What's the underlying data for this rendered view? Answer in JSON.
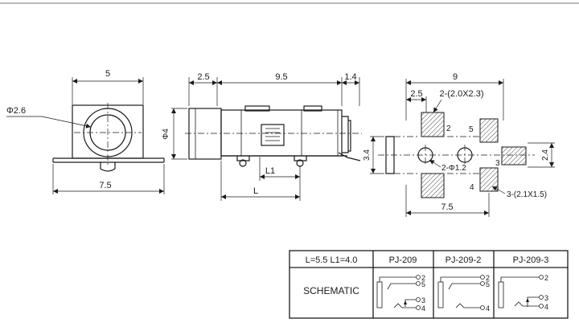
{
  "front_view": {
    "width": "5",
    "bore": "Φ2.6",
    "base": "7.5"
  },
  "side_view": {
    "dim_a": "2.5",
    "dim_b": "9.5",
    "dim_c": "1.4",
    "height": "Φ4",
    "l1": "L1",
    "l": "L"
  },
  "footprint": {
    "total": "9",
    "offset": "2.5",
    "pad_big": "2-(2.0X2.3)",
    "pin_2": "2",
    "pin_5": "5",
    "pin_3": "3",
    "pin_4": "4",
    "height_left": "3.4",
    "height_right": "2.4",
    "holes": "2-Φ1.2",
    "pad_small": "3-(2.1X1.5)",
    "width_bottom": "7.5"
  },
  "table": {
    "dims": "L=5.5  L1=4.0",
    "models": [
      "PJ-209",
      "PJ-209-2",
      "PJ-209-3"
    ],
    "row_label": "SCHEMATIC",
    "pins_a": [
      "2",
      "5",
      "3",
      "4"
    ],
    "pins_b": [
      "2",
      "5",
      "4"
    ],
    "pins_c": [
      "2",
      "3",
      "4"
    ]
  }
}
